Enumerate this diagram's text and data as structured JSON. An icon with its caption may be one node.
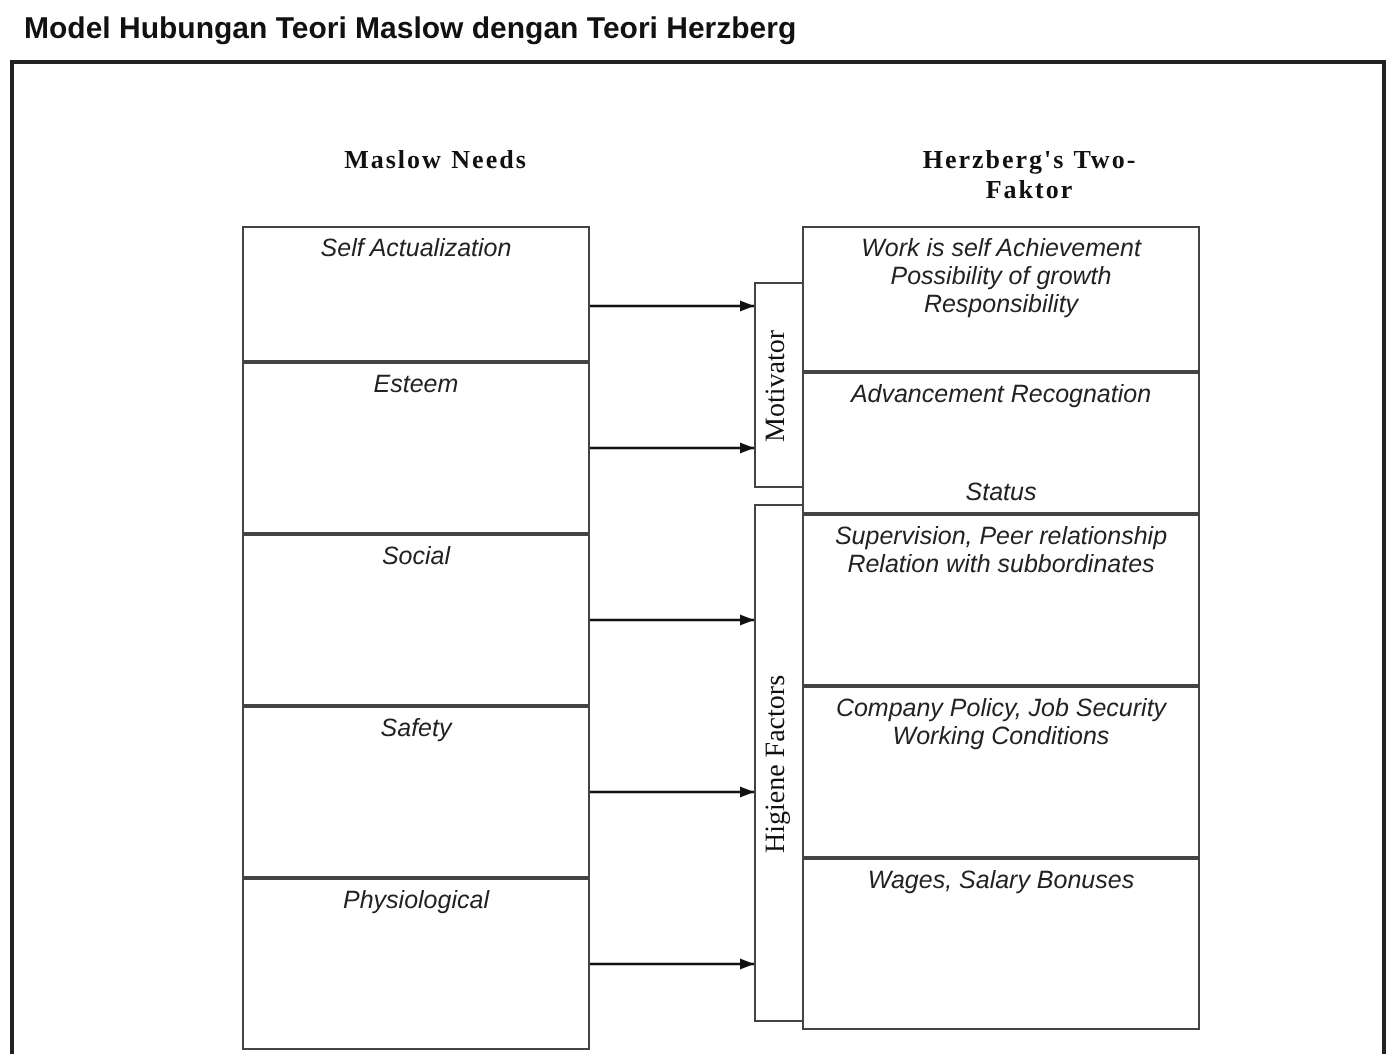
{
  "diagram": {
    "title": "Model Hubungan Teori Maslow dengan Teori Herzberg",
    "nodes": [
      {
        "text": [
          "Self Actualization"
        ]
      },
      {
        "text": [
          "Esteem"
        ]
      },
      {
        "text": [
          "Social"
        ]
      },
      {
        "text": [
          "Safety"
        ]
      },
      {
        "text": [
          "Physiological"
        ]
      },
      {
        "text": [
          "Work is self Achievement Possibility of growth Responsibility"
        ]
      },
      {
        "text": [
          "Advancement Recognation",
          "Status"
        ]
      },
      {
        "text": [
          "Supervision, Peer relationship Relation with subbordinates"
        ]
      },
      {
        "text": [
          "Company Policy, Job Security Working Conditions"
        ]
      },
      {
        "text": [
          "Wages, Salary Bonuses"
        ]
      },
      {
        "text": [
          "Motivator"
        ]
      },
      {
        "text": [
          "Higiene Factors"
        ]
      }
    ],
    "edges": [
      {
        "from": 0,
        "to": 10,
        "arrow": "to"
      },
      {
        "from": 1,
        "to": 10,
        "arrow": "to"
      },
      {
        "from": 2,
        "to": 11,
        "arrow": "to"
      },
      {
        "from": 3,
        "to": 11,
        "arrow": "to"
      },
      {
        "from": 4,
        "to": 11,
        "arrow": "to"
      }
    ],
    "labels": [
      "Maslow Needs",
      "Herzberg's Two-Faktor"
    ]
  }
}
